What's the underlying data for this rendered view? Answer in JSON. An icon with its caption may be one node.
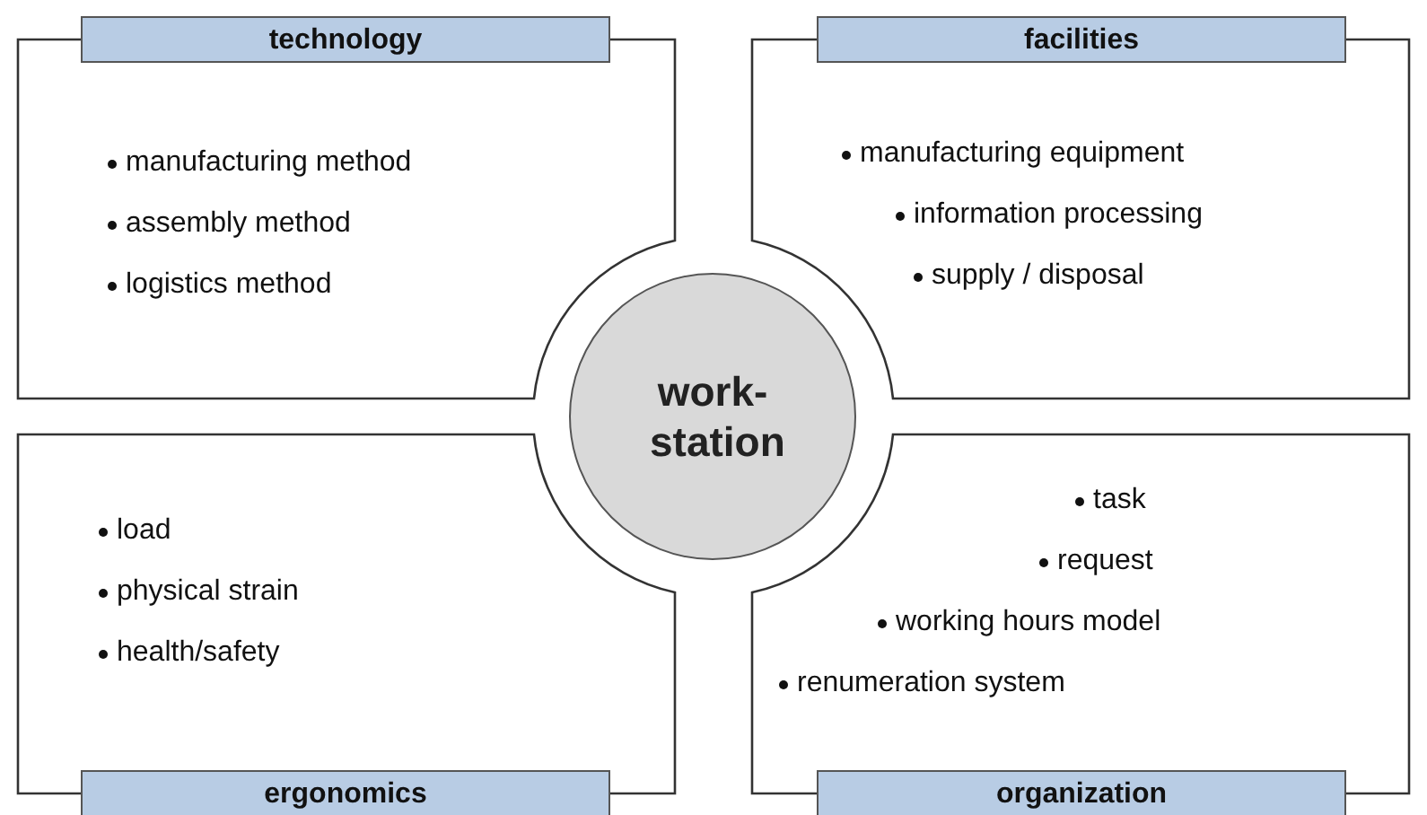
{
  "diagram": {
    "nodes": [
      {
        "text": [
          "technology",
          "manufacturing method",
          "assembly method",
          "logistics method"
        ]
      },
      {
        "text": [
          "facilities",
          "manufacturing equipment",
          "information processing",
          "supply / disposal"
        ]
      },
      {
        "text": [
          "work-station"
        ]
      },
      {
        "text": [
          "ergonomics",
          "load",
          "physical strain",
          "health/safety"
        ]
      },
      {
        "text": [
          "organization",
          "task",
          "request",
          "working hours model",
          "renumeration system"
        ]
      }
    ],
    "edges": []
  }
}
